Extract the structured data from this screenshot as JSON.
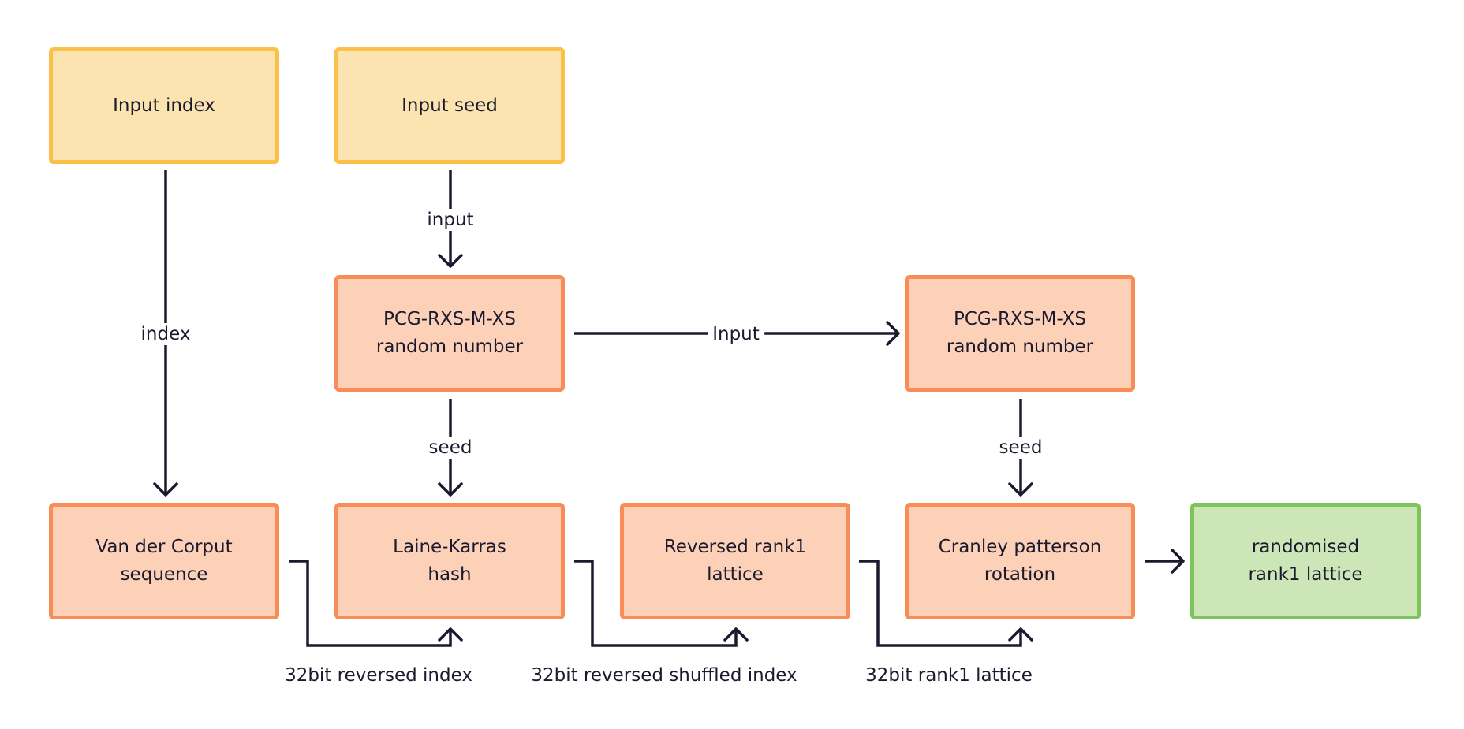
{
  "nodes": {
    "input_index": "Input index",
    "input_seed": "Input seed",
    "pcg_1": "PCG-RXS-M-XS\nrandom number",
    "pcg_2": "PCG-RXS-M-XS\nrandom number",
    "van_der_corput": "Van der Corput\nsequence",
    "laine_karras": "Laine-Karras\nhash",
    "reversed_rank1": "Reversed rank1\nlattice",
    "cranley_patterson": "Cranley patterson\nrotation",
    "randomised_rank1": "randomised\nrank1 lattice"
  },
  "edge_labels": {
    "index": "index",
    "input": "input",
    "input_cap": "Input",
    "seed_1": "seed",
    "seed_2": "seed",
    "reversed_index": "32bit reversed index",
    "reversed_shuffled_index": "32bit reversed shuffled index",
    "rank1_lattice": "32bit rank1 lattice"
  },
  "colors": {
    "input_fill": "#fce4b0",
    "input_border": "#fbc04a",
    "process_fill": "#fdd0b8",
    "process_border": "#f88d58",
    "output_fill": "#cce6b8",
    "output_border": "#7cc45c",
    "line": "#1a1a2e"
  }
}
